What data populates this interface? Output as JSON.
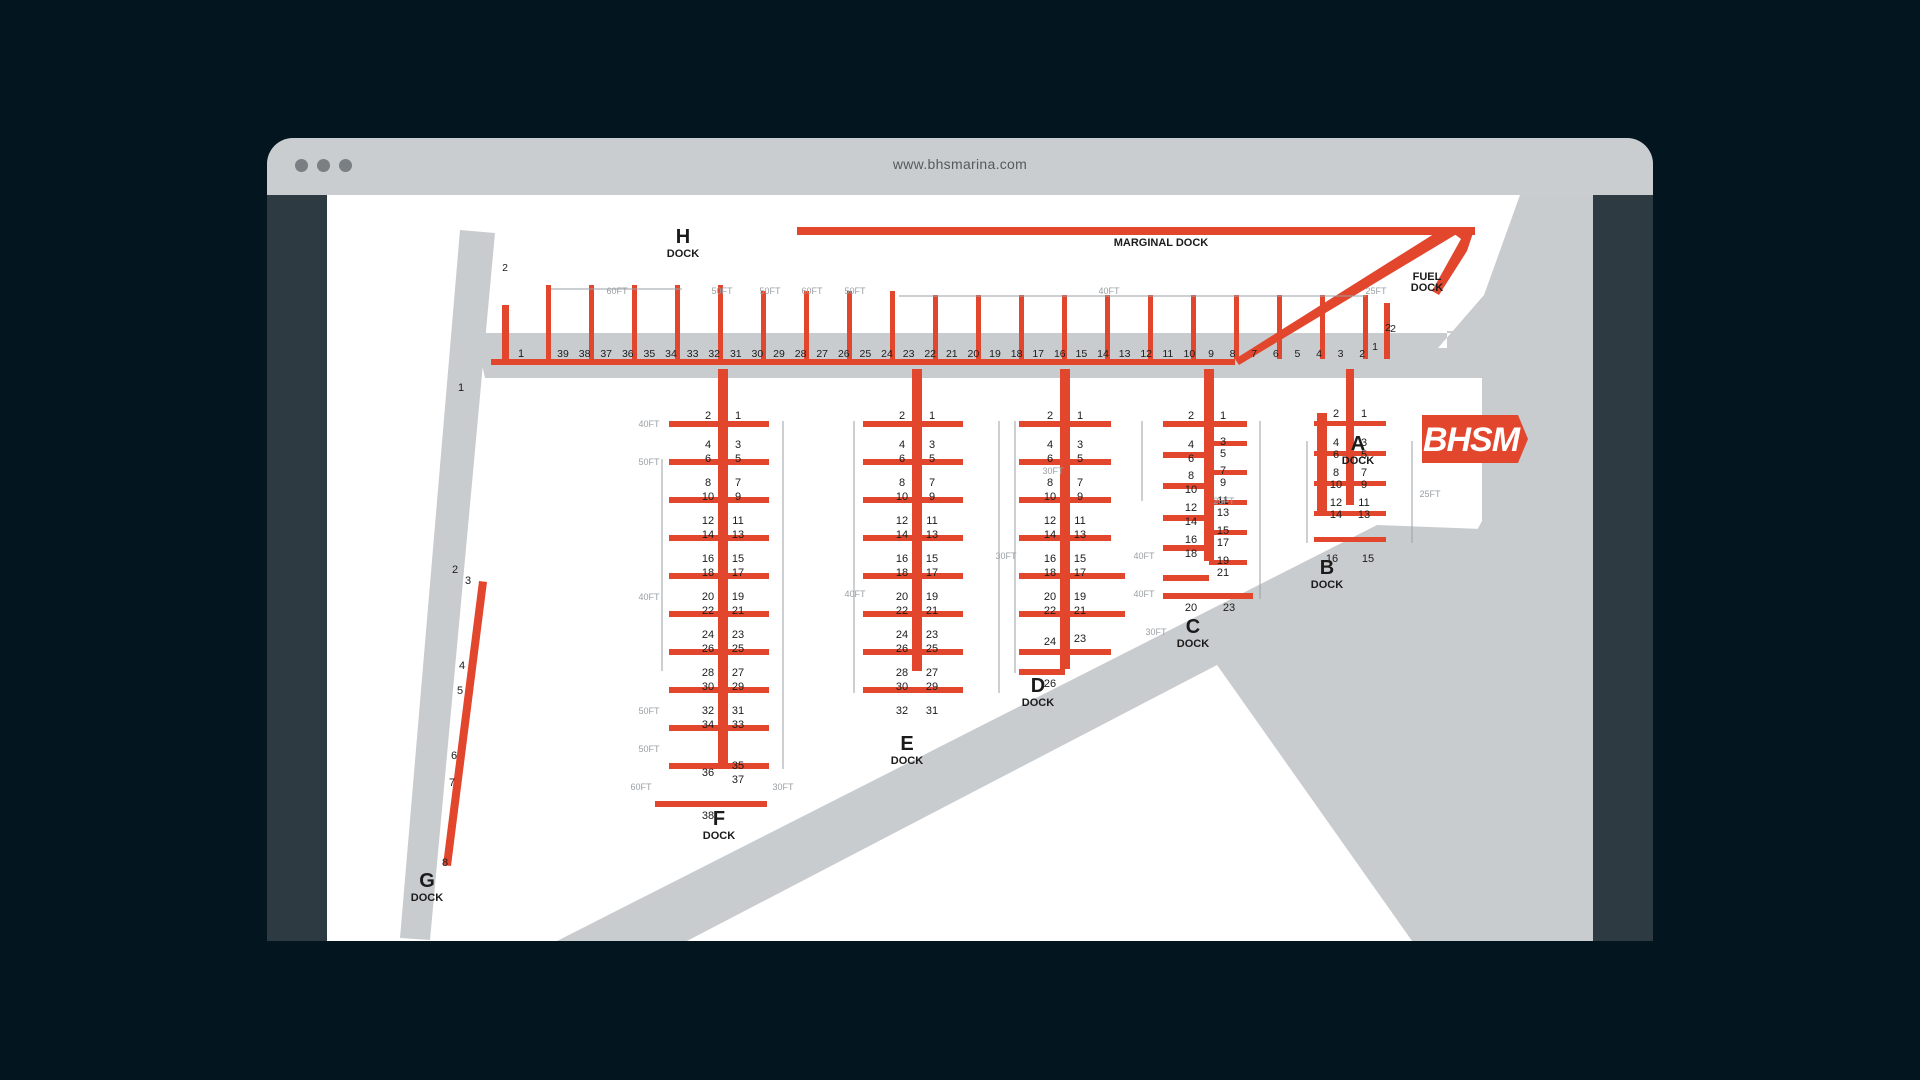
{
  "browser": {
    "url": "www.bhsmarina.com",
    "window_controls": [
      "close",
      "minimize",
      "maximize"
    ]
  },
  "colors": {
    "dock": "#e2472e",
    "land": "#c9cccf",
    "water": "#ffffff",
    "frame": "#2d3a41",
    "background": "#03151f",
    "label": "#1b1b1b",
    "dimension": "#9aa0a5"
  },
  "logo": {
    "text": "BHSM"
  },
  "docks": {
    "h": {
      "letter": "H",
      "word": "DOCK",
      "slips": [
        "1",
        "39",
        "38",
        "37",
        "36",
        "35",
        "34",
        "33",
        "32",
        "31",
        "30",
        "29",
        "28",
        "27",
        "26",
        "25",
        "24",
        "23",
        "22",
        "21",
        "20",
        "19",
        "18",
        "17",
        "16",
        "15",
        "14",
        "13",
        "12",
        "11",
        "10",
        "9",
        "8",
        "7",
        "6",
        "5",
        "4",
        "3",
        "2",
        "1",
        "2"
      ],
      "dims": [
        "60FT",
        "50FT",
        "50FT",
        "60FT",
        "50FT",
        "40FT",
        "25FT"
      ]
    },
    "marginal": {
      "label": "MARGINAL DOCK"
    },
    "fuel": {
      "line1": "FUEL",
      "line2": "DOCK"
    },
    "a": {
      "letter": "A",
      "word": "DOCK"
    },
    "b": {
      "letter": "B",
      "word": "DOCK",
      "slips": [
        "2",
        "1",
        "4",
        "6",
        "3",
        "5",
        "8",
        "10",
        "7",
        "9",
        "12",
        "14",
        "11",
        "13",
        "16",
        "15"
      ],
      "dims": [
        "25FT",
        "25FT"
      ]
    },
    "c": {
      "letter": "C",
      "word": "DOCK",
      "slips": [
        "2",
        "1",
        "4",
        "6",
        "3",
        "5",
        "8",
        "10",
        "7",
        "9",
        "12",
        "14",
        "11",
        "13",
        "16",
        "18",
        "15",
        "17",
        "20",
        "23",
        "19",
        "21"
      ],
      "dims": [
        "30FT",
        "25FT"
      ]
    },
    "d": {
      "letter": "D",
      "word": "DOCK",
      "slips": [
        "2",
        "1",
        "4",
        "6",
        "3",
        "5",
        "8",
        "10",
        "7",
        "9",
        "12",
        "14",
        "11",
        "13",
        "16",
        "18",
        "15",
        "17",
        "20",
        "22",
        "19",
        "21",
        "24",
        "26",
        "23"
      ],
      "dims": [
        "40FT",
        "40FT",
        "30FT"
      ]
    },
    "e": {
      "letter": "E",
      "word": "DOCK",
      "slips": [
        "2",
        "1",
        "4",
        "6",
        "3",
        "5",
        "8",
        "10",
        "7",
        "9",
        "12",
        "14",
        "11",
        "13",
        "16",
        "18",
        "15",
        "17",
        "20",
        "22",
        "19",
        "21",
        "24",
        "26",
        "23",
        "25",
        "28",
        "30",
        "27",
        "29",
        "32",
        "31"
      ],
      "dims": [
        "40FT",
        "30FT"
      ]
    },
    "f": {
      "letter": "F",
      "word": "DOCK",
      "slips": [
        "2",
        "1",
        "4",
        "6",
        "3",
        "5",
        "8",
        "10",
        "7",
        "9",
        "12",
        "14",
        "11",
        "13",
        "16",
        "18",
        "15",
        "17",
        "20",
        "22",
        "19",
        "21",
        "24",
        "26",
        "23",
        "25",
        "28",
        "30",
        "27",
        "29",
        "32",
        "34",
        "31",
        "33",
        "36",
        "35",
        "37",
        "38"
      ],
      "dims": [
        "40FT",
        "50FT",
        "40FT",
        "50FT",
        "50FT",
        "60FT",
        "30FT"
      ]
    },
    "g": {
      "letter": "G",
      "word": "DOCK",
      "slips": [
        "1",
        "2",
        "3",
        "4",
        "5",
        "6",
        "7",
        "8"
      ]
    }
  }
}
